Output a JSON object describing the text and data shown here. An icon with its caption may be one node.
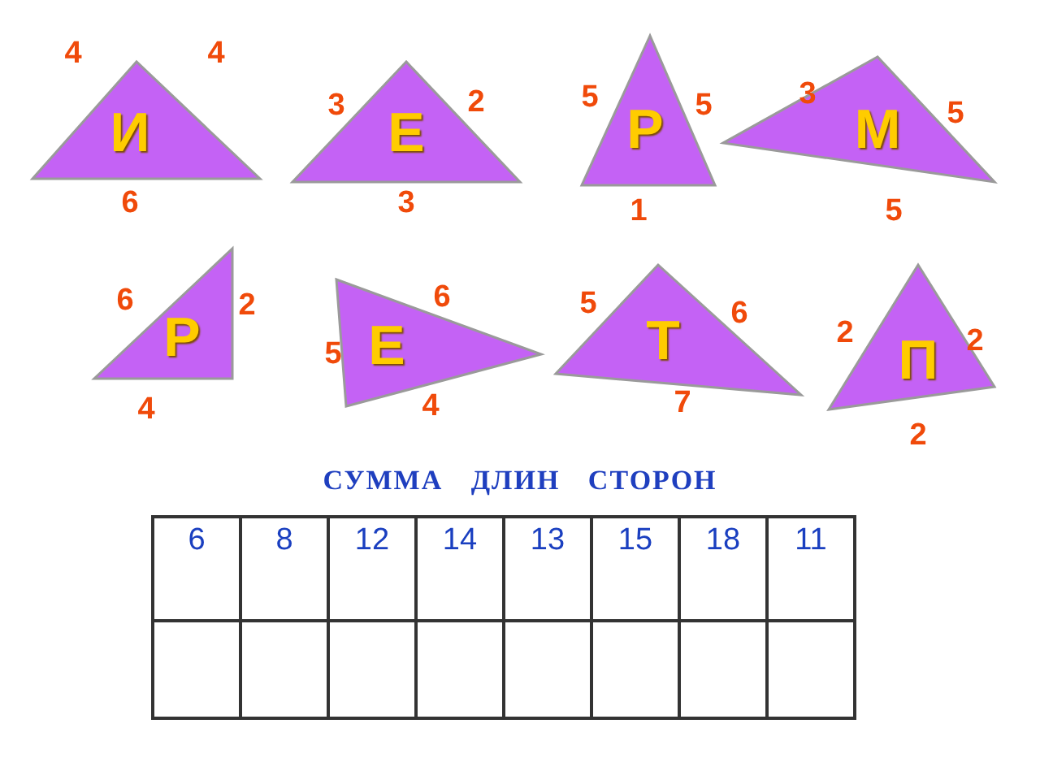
{
  "diagram": {
    "title": "СУММА ДЛИН СТОРОН",
    "nodes": [
      {
        "text": [
          "И"
        ],
        "beside": [
          "4",
          "4",
          "6"
        ]
      },
      {
        "text": [
          "Е"
        ],
        "beside": [
          "3",
          "2",
          "3"
        ]
      },
      {
        "text": [
          "Р"
        ],
        "beside": [
          "5",
          "5",
          "1"
        ]
      },
      {
        "text": [
          "М"
        ],
        "beside": [
          "3",
          "5",
          "5"
        ]
      },
      {
        "text": [
          "Р"
        ],
        "beside": [
          "6",
          "2",
          "4"
        ]
      },
      {
        "text": [
          "Е"
        ],
        "beside": [
          "6",
          "5",
          "4"
        ]
      },
      {
        "text": [
          "Т"
        ],
        "beside": [
          "5",
          "6",
          "7"
        ]
      },
      {
        "text": [
          "П"
        ],
        "beside": [
          "2",
          "2",
          "2"
        ]
      }
    ],
    "labels": [
      "6",
      "8",
      "12",
      "14",
      "13",
      "15",
      "18",
      "11"
    ]
  }
}
